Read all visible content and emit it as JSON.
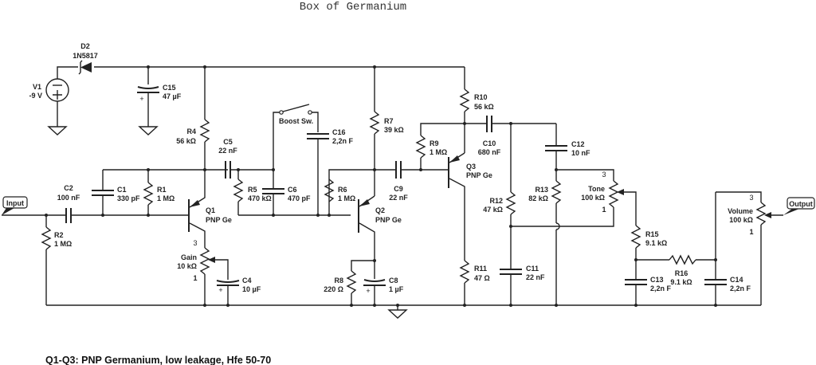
{
  "title": "Box of Germanium",
  "note": "Q1-Q3: PNP Germanium, low leakage, Hfe 50-70",
  "ports": {
    "input": "Input",
    "output": "Output"
  },
  "components": {
    "V1": {
      "ref": "V1",
      "value": "-9 V"
    },
    "D2": {
      "ref": "D2",
      "value": "1N5817"
    },
    "C15": {
      "ref": "C15",
      "value": "47 µF"
    },
    "R4": {
      "ref": "R4",
      "value": "56 kΩ"
    },
    "C5": {
      "ref": "C5",
      "value": "22 nF"
    },
    "C2": {
      "ref": "C2",
      "value": "100 nF"
    },
    "C1": {
      "ref": "C1",
      "value": "330 pF"
    },
    "R1": {
      "ref": "R1",
      "value": "1 MΩ"
    },
    "R2": {
      "ref": "R2",
      "value": "1 MΩ"
    },
    "Q1": {
      "ref": "Q1",
      "value": "PNP Ge"
    },
    "Gain": {
      "ref": "Gain",
      "value": "10 kΩ",
      "pin3": "3",
      "pin1": "1"
    },
    "C4": {
      "ref": "C4",
      "value": "10 µF"
    },
    "R5": {
      "ref": "R5",
      "value": "470 kΩ"
    },
    "C6": {
      "ref": "C6",
      "value": "470 pF"
    },
    "SW": {
      "ref": "Boost Sw."
    },
    "C16": {
      "ref": "C16",
      "value": "2,2n F"
    },
    "R7": {
      "ref": "R7",
      "value": "39 kΩ"
    },
    "R6": {
      "ref": "R6",
      "value": "1 MΩ"
    },
    "Q2": {
      "ref": "Q2",
      "value": "PNP Ge"
    },
    "C9": {
      "ref": "C9",
      "value": "22 nF"
    },
    "R8": {
      "ref": "R8",
      "value": "220 Ω"
    },
    "C8": {
      "ref": "C8",
      "value": "1 µF"
    },
    "R9": {
      "ref": "R9",
      "value": "1 MΩ"
    },
    "R10": {
      "ref": "R10",
      "value": "56 kΩ"
    },
    "Q3": {
      "ref": "Q3",
      "value": "PNP Ge"
    },
    "C10": {
      "ref": "C10",
      "value": "680 nF"
    },
    "R11": {
      "ref": "R11",
      "value": "47 Ω"
    },
    "R12": {
      "ref": "R12",
      "value": "47 kΩ"
    },
    "C11": {
      "ref": "C11",
      "value": "22 nF"
    },
    "C12": {
      "ref": "C12",
      "value": "10 nF"
    },
    "R13": {
      "ref": "R13",
      "value": "82 kΩ"
    },
    "Tone": {
      "ref": "Tone",
      "value": "100 kΩ",
      "pin3": "3",
      "pin1": "1"
    },
    "R15": {
      "ref": "R15",
      "value": "9.1 kΩ"
    },
    "R16": {
      "ref": "R16",
      "value": "9.1 kΩ"
    },
    "C13": {
      "ref": "C13",
      "value": "2,2n F"
    },
    "C14": {
      "ref": "C14",
      "value": "2,2n F"
    },
    "Volume": {
      "ref": "Volume",
      "value": "100 kΩ",
      "pin3": "3",
      "pin1": "1"
    }
  }
}
